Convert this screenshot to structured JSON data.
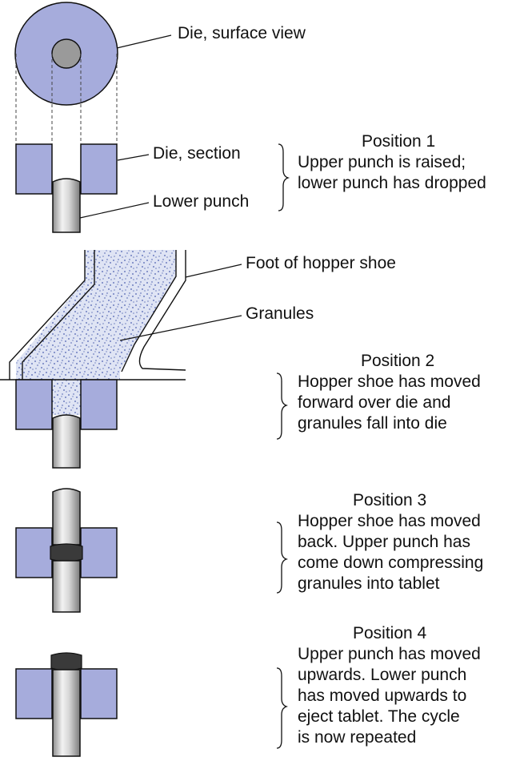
{
  "labels": {
    "die_surface": "Die, surface view",
    "die_section": "Die, section",
    "lower_punch": "Lower punch",
    "foot_hopper": "Foot of hopper shoe",
    "granules": "Granules"
  },
  "positions": [
    {
      "title": "Position 1",
      "lines": [
        "Upper punch is raised;",
        "lower punch has dropped"
      ]
    },
    {
      "title": "Position 2",
      "lines": [
        "Hopper shoe has moved",
        "forward over die and",
        "granules fall into die"
      ]
    },
    {
      "title": "Position 3",
      "lines": [
        "Hopper shoe has moved",
        "back. Upper punch has",
        "come down compressing",
        "granules into tablet"
      ]
    },
    {
      "title": "Position 4",
      "lines": [
        "Upper punch has moved",
        "upwards. Lower punch",
        "has moved upwards to",
        "eject tablet. The cycle",
        "is now repeated"
      ]
    }
  ],
  "colors": {
    "die": "#a6acdc",
    "punch_light": "#ececec",
    "punch_dark": "#8a8a8a",
    "tablet": "#3a3a3a",
    "granule": "#6f7fbf",
    "outline": "#111111"
  }
}
